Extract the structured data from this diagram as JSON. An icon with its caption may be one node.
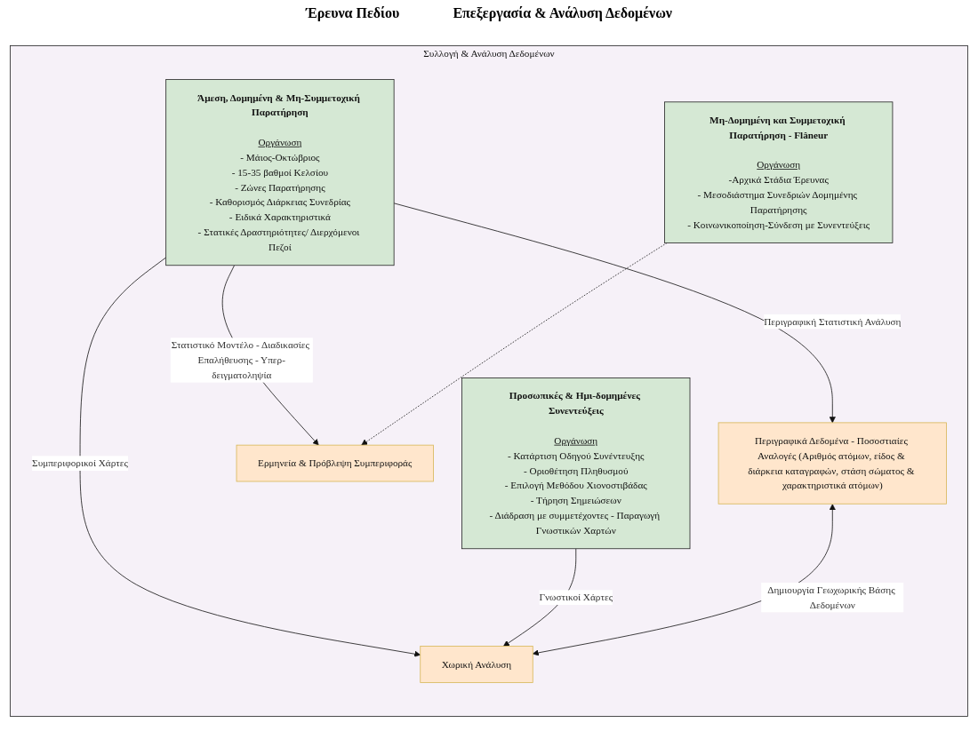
{
  "diagram": {
    "nodes": [
      {
        "text": [
          "Συλλογή & Ανάλυση Δεδομένων"
        ]
      },
      {
        "text": [
          "Άμεση, Δομημένη & Μη-Συμμετοχική Παρατήρηση",
          "Οργάνωση",
          "- Μάιος-Οκτώβριος",
          "- 15-35 βαθμοί Κελσίου",
          "- Ζώνες Παρατήρησης",
          "- Καθορισμός Διάρκειας Συνεδρίας",
          "- Ειδικά Χαρακτηριστικά",
          "- Στατικές Δραστηριότητες/ Διερχόμενοι Πεζοί"
        ],
        "in": 0
      },
      {
        "text": [
          "Μη-Δομημένη και Συμμετοχική Παρατήρηση - Flâneur",
          "Οργάνωση",
          "-Αρχικά Στάδια Έρευνας",
          "- Μεσοδιάστημα Συνεδριών Δομημένης Παρατήρησης",
          "- Κοινωνικοποίηση-Σύνδεση με Συνεντεύξεις"
        ],
        "in": 0
      },
      {
        "text": [
          "Προσωπικές & Ημι-δομημένες Συνεντεύξεις",
          "Οργάνωση",
          "- Κατάρτιση Οδηγού Συνέντευξης",
          "- Οριοθέτηση Πληθυσμού",
          "- Επιλογή Μεθόδου Χιονοστιβάδας",
          "- Τήρηση Σημειώσεων",
          "- Διάδραση με συμμετέχοντες - Παραγωγή Γνωστικών Χαρτών"
        ],
        "in": 0
      },
      {
        "text": [
          "Περιγραφικά Δεδομένα - Ποσοστιαίες Αναλογές (Αριθμός ατόμων, είδος & διάρκεια καταγραφών, στάση σώματος & χαρακτηριστικά ατόμων)"
        ],
        "in": 0
      },
      {
        "text": [
          "Ερμηνεία & Πρόβλεψη Συμπεριφοράς"
        ],
        "in": 0
      },
      {
        "text": [
          "Χωρική Ανάλυση"
        ],
        "in": 0
      }
    ],
    "edges": [
      {
        "from": 1,
        "to": 4,
        "arrow": "to",
        "label": "Περιγραφική Στατιστική Ανάλυση"
      },
      {
        "from": 1,
        "to": 5,
        "arrow": "to",
        "label": "Στατιστικό Μοντέλο - Διαδικασίες Επαλήθευσης - Υπερ-δειγματοληψία"
      },
      {
        "from": 1,
        "to": 6,
        "arrow": "to",
        "label": "Συμπεριφορικοί Χάρτες"
      },
      {
        "from": 2,
        "to": 5,
        "arrow": "to",
        "style": "dashed"
      },
      {
        "from": 3,
        "to": 6,
        "arrow": "to",
        "label": "Γνωστικοί Χάρτες"
      },
      {
        "from": 4,
        "to": 6,
        "arrow": "both",
        "label": "Δημιουργία Γεωχωρικής Βάσης Δεδομένων"
      }
    ],
    "labels": [
      "Έρευνα Πεδίου",
      "Επεξεργασία & Ανάλυση Δεδομένων"
    ]
  }
}
